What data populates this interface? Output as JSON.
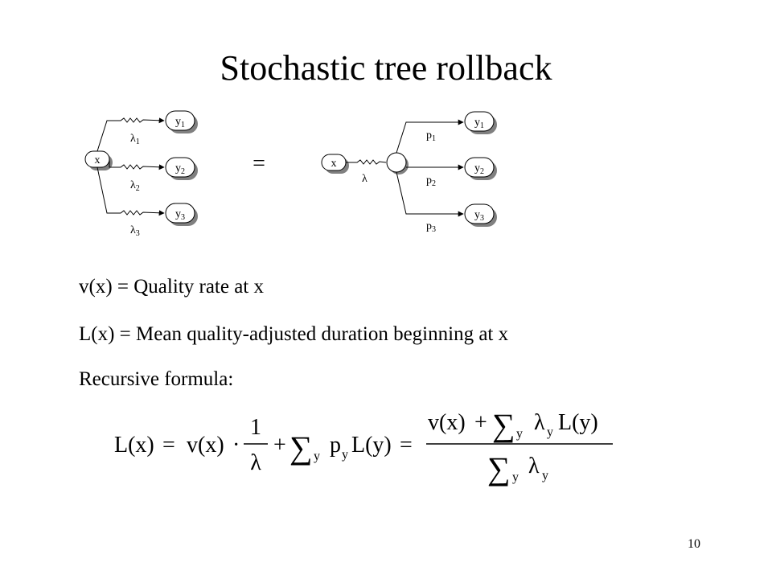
{
  "slide": {
    "title": "Stochastic tree rollback",
    "page_number": "10"
  },
  "diagram": {
    "equals_sign": "=",
    "left_tree": {
      "root": "x",
      "children": [
        {
          "base": "y",
          "sub": "1",
          "rate": "λ",
          "rate_sub": "1"
        },
        {
          "base": "y",
          "sub": "2",
          "rate": "λ",
          "rate_sub": "2"
        },
        {
          "base": "y",
          "sub": "3",
          "rate": "λ",
          "rate_sub": "3"
        }
      ]
    },
    "right_tree": {
      "root": "x",
      "rate": "λ",
      "children": [
        {
          "base": "y",
          "sub": "1",
          "prob": "p",
          "prob_sub": "1"
        },
        {
          "base": "y",
          "sub": "2",
          "prob": "p",
          "prob_sub": "2"
        },
        {
          "base": "y",
          "sub": "3",
          "prob": "p",
          "prob_sub": "3"
        }
      ]
    }
  },
  "definitions": {
    "v_line": "v(x) = Quality rate at x",
    "L_line": "L(x) = Mean quality-adjusted duration beginning at x",
    "recursive_label": "Recursive formula:"
  },
  "formula": {
    "lhs": "L(x)",
    "eq": "=",
    "v_term": "v(x)",
    "dot": "·",
    "one": "1",
    "lambda": "λ",
    "plus": "+",
    "sum": "∑",
    "sum_sub": "y",
    "p": "p",
    "p_sub": "y",
    "L_y": "L(y)",
    "eq2": "=",
    "num_v": "v(x)",
    "num_plus": "+",
    "num_sum": "∑",
    "num_sum_sub": "y",
    "num_lambda": "λ",
    "num_lambda_sub": "y",
    "num_L_y": "L(y)",
    "den_sum": "∑",
    "den_sum_sub": "y",
    "den_lambda": "λ",
    "den_lambda_sub": "y"
  }
}
